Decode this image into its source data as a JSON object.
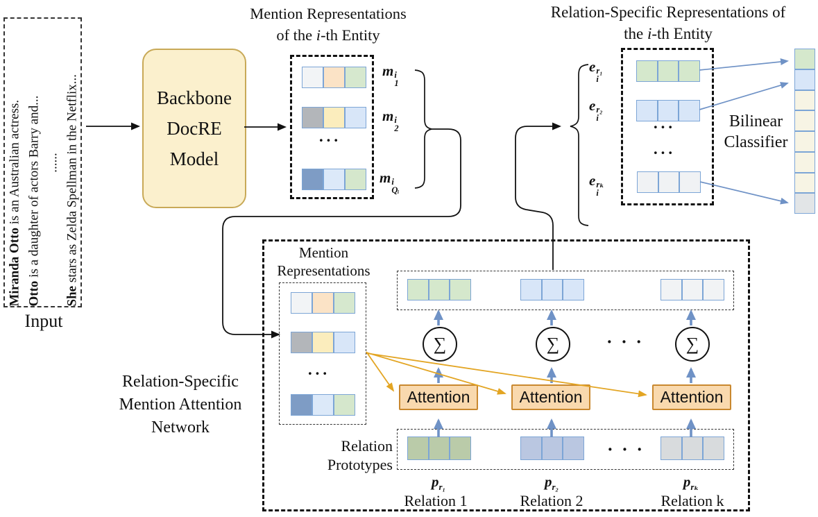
{
  "diagram": {
    "input": {
      "lines": [
        {
          "b": "Miranda Otto",
          "t": " is an Australian actress."
        },
        {
          "b": "Otto",
          "t": " is a daughter of actors Barry and..."
        },
        {
          "b": "",
          "t": "......"
        },
        {
          "b": "She",
          "t": " stars as Zelda Spellman in the Netflix..."
        }
      ],
      "caption": "Input"
    },
    "backbone": {
      "line1": "Backbone",
      "line2": "DocRE",
      "line3": "Model"
    },
    "mention_top": {
      "title1": "Mention Representations",
      "title2_pre": "of the ",
      "title2_i": "i",
      "title2_post": "-th Entity",
      "ellipsis": "···",
      "labels": [
        {
          "base": "m",
          "sup": "i",
          "sub": "1"
        },
        {
          "base": "m",
          "sup": "i",
          "sub": "2"
        },
        {
          "base": "m",
          "sup": "i",
          "sub": "Qᵢ"
        }
      ]
    },
    "entity_top": {
      "title1": "Relation-Specific Representations of",
      "title2_pre": "the ",
      "title2_i": "i",
      "title2_post": "-th Entity",
      "ellipsis1": "···",
      "ellipsis2": "···",
      "labels": [
        {
          "base": "e",
          "sup": "r₁",
          "sub": "i"
        },
        {
          "base": "e",
          "sup": "r₂",
          "sub": "i"
        },
        {
          "base": "e",
          "sup": "rₖ",
          "sub": "i"
        }
      ]
    },
    "classifier": {
      "line1": "Bilinear",
      "line2": "Classifier"
    },
    "network": {
      "outside_label1": "Relation-Specific",
      "outside_label2": "Mention Attention",
      "outside_label3": "Network",
      "mention_label1": "Mention",
      "mention_label2": "Representations",
      "mention_ellipsis": "···",
      "attention": "Attention",
      "sum": "∑",
      "sigma_ellipsis": "· · ·",
      "proto_label1": "Relation",
      "proto_label2": "Prototypes",
      "proto_ellipsis": "· · ·",
      "p_labels": [
        {
          "base": "p",
          "sub": "r₁"
        },
        {
          "base": "p",
          "sub": "r₂"
        },
        {
          "base": "p",
          "sub": "rₖ"
        }
      ],
      "relation_labels": [
        "Relation 1",
        "Relation 2",
        "Relation k"
      ]
    }
  },
  "colors": {
    "cell_border": "#7CA5D6",
    "mention_rows": [
      [
        "#F2F4F6",
        "#FBE3C6",
        "#D6E8CE"
      ],
      [
        "#B3B6BA",
        "#FBEDBD",
        "#D8E6F8"
      ],
      [
        "#7E9CC5",
        "#DCE9F9",
        "#D5E7CC"
      ]
    ],
    "entity_rows": [
      [
        "#D5E8CC",
        "#D5E8CC",
        "#D5E8CC"
      ],
      [
        "#D8E6F8",
        "#D8E6F8",
        "#D8E6F8"
      ],
      [
        "#F0F2F4",
        "#F0F2F4",
        "#F0F2F4"
      ]
    ],
    "output_rows": [
      [
        "#D5E8CC",
        "#D5E8CC",
        "#D5E8CC"
      ],
      [
        "#D8E6F8",
        "#D8E6F8",
        "#D8E6F8"
      ],
      [
        "#F1F3F5",
        "#F1F3F5",
        "#F1F3F5"
      ]
    ],
    "proto_rows": [
      [
        "#BACBA9",
        "#BACBA9",
        "#BACBA9"
      ],
      [
        "#BAC7E1",
        "#BAC7E1",
        "#BAC7E1"
      ],
      [
        "#D8DBDD",
        "#D8DBDD",
        "#D8DBDD"
      ]
    ],
    "classifier_cells": [
      "#D5E8CC",
      "#D8E6F8",
      "#F7F4E4",
      "#F7F4E4",
      "#F7F4E4",
      "#F7F4E4",
      "#F7F4E4",
      "#E2E5E7"
    ],
    "backbone_fill": "#FBF0CD",
    "backbone_border": "#C8A957",
    "attention_fill": "#F9D9AE",
    "attention_border": "#C9882F",
    "arrow_blue": "#6F92C6",
    "arrow_orange": "#E3A523",
    "arrow_black": "#111111"
  }
}
